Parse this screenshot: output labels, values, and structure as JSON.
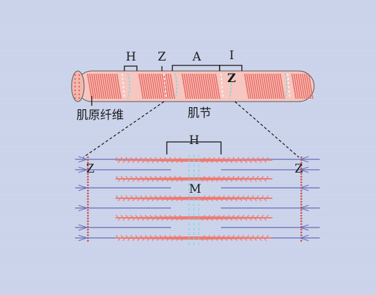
{
  "labels": {
    "top_H": "H",
    "top_Z": "Z",
    "top_A": "A",
    "top_I": "I",
    "top_Z_on_fibril": "Z",
    "myofibril": "肌原纤维",
    "sarcomere": "肌节",
    "bottom_H": "H",
    "bottom_M": "M",
    "left_Z": "Z",
    "right_Z": "Z"
  },
  "colors": {
    "background": "#c9d2ea",
    "fibril_fill": "#f6c6c0",
    "fibril_stripe": "#e85d55",
    "thick_filament": "#ee7a72",
    "thin_filament": "#6a6ab4",
    "h_zone": "#7fd6dc",
    "z_line": "#d24a40",
    "bracket": "#111111"
  }
}
